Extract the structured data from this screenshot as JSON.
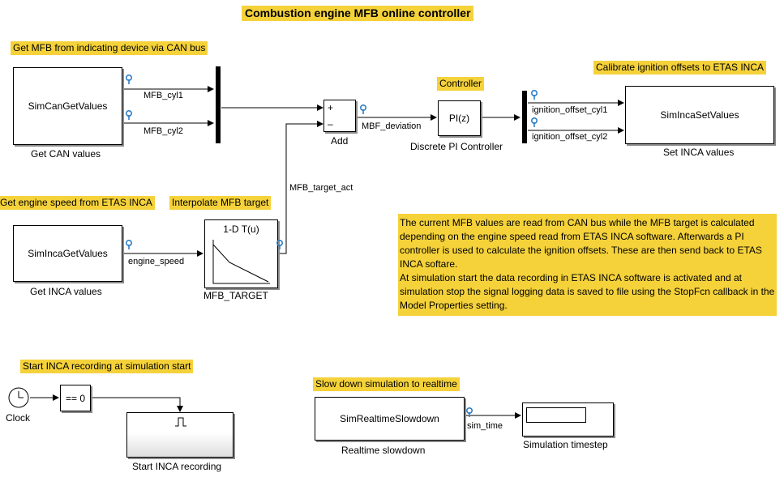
{
  "model": {
    "title": "Combustion engine MFB online controller"
  },
  "annotations": {
    "can_bus": "Get MFB from indicating device via CAN bus",
    "engine_speed": "Get engine speed from ETAS INCA",
    "interpolate": "Interpolate MFB target",
    "controller": "Controller",
    "calibrate": "Calibrate ignition offsets to ETAS INCA",
    "start_recording": "Start INCA recording at simulation start",
    "slow_down": "Slow down simulation to realtime",
    "description": "The current MFB values are read from CAN bus while the MFB target is calculated depending on the engine speed read from ETAS INCA software. Afterwards a PI controller is used to calculate the ignition offsets. These are then send back to ETAS INCA softare.\nAt simulation start the data recording  in ETAS INCA software is activated and at simulation stop the signal logging data is saved to file using the StopFcn callback in  the Model Properties setting."
  },
  "blocks": {
    "can_get": {
      "text": "SimCanGetValues",
      "label": "Get CAN values"
    },
    "inca_get": {
      "text": "SimIncaGetValues",
      "label": "Get INCA values"
    },
    "lookup": {
      "text": "1-D T(u)",
      "label": "MFB_TARGET"
    },
    "add": {
      "plus": "+",
      "minus": "–",
      "label": "Add"
    },
    "pi": {
      "text": "PI(z)",
      "label": "Discrete PI Controller"
    },
    "inca_set": {
      "text": "SimIncaSetValues",
      "label": "Set INCA values"
    },
    "clock": {
      "label": "Clock"
    },
    "compare": {
      "text": "== 0"
    },
    "triggered": {
      "label": "Start INCA recording"
    },
    "slowdown": {
      "text": "SimRealtimeSlowdown",
      "label": "Realtime slowdown"
    },
    "display": {
      "label": "Simulation timestep"
    }
  },
  "signals": {
    "mfb_cyl1": "MFB_cyl1",
    "mfb_cyl2": "MFB_cyl2",
    "mbf_deviation": "MBF_deviation",
    "mfb_target_act": "MFB_target_act",
    "engine_speed": "engine_speed",
    "ignition_offset_cyl1": "ignition_offset_cyl1",
    "ignition_offset_cyl2": "ignition_offset_cyl2",
    "sim_time": "sim_time"
  },
  "colors": {
    "annotation_bg": "#f5d23a",
    "test_point": "#2f7fc6",
    "block_shadow": "#8a8a8a"
  }
}
